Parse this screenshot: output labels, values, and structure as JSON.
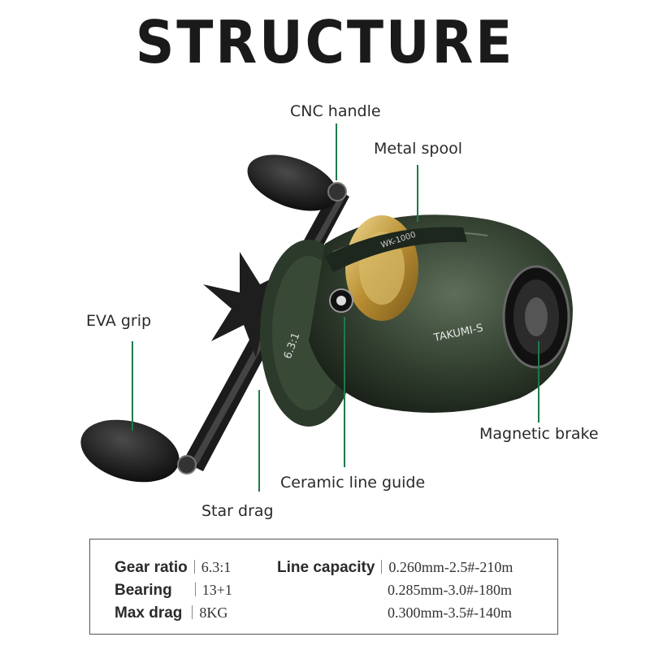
{
  "title": "STRUCTURE",
  "labels": {
    "cnc_handle": "CNC handle",
    "metal_spool": "Metal spool",
    "eva_grip": "EVA grip",
    "magnetic_brake": "Magnetic brake",
    "ceramic_line_guide": "Ceramic line guide",
    "star_drag": "Star drag"
  },
  "reel_markings": {
    "body_brand": "TAKUMI-S",
    "top_model": "WK-1000",
    "side_ratio": "6.3:1"
  },
  "colors": {
    "leader_line": "#1f7a4a",
    "reel_body": "#3a4a38",
    "spool_gold": "#c9a84a"
  },
  "specs": {
    "gear_ratio_label": "Gear ratio",
    "gear_ratio_value": "6.3:1",
    "bearing_label": "Bearing",
    "bearing_value": "13+1",
    "max_drag_label": "Max drag",
    "max_drag_value": "8KG",
    "line_capacity_label": "Line capacity",
    "line_capacity_values": [
      "0.260mm-2.5#-210m",
      "0.285mm-3.0#-180m",
      "0.300mm-3.5#-140m"
    ]
  }
}
